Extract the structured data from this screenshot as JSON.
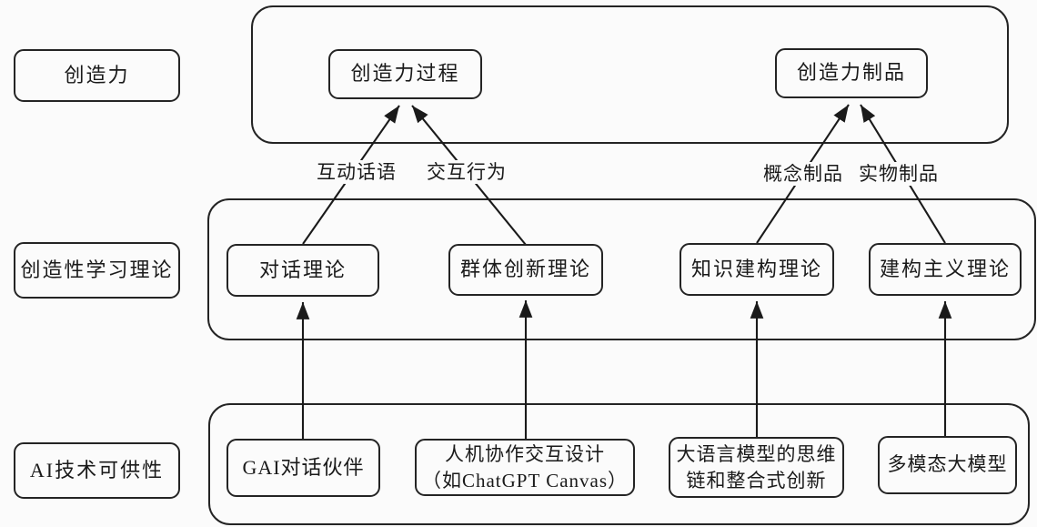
{
  "diagram": {
    "row_labels": {
      "creativity": "创造力",
      "creative_learning_theory": "创造性学习理论",
      "ai_affordance": "AI技术可供性"
    },
    "creativity_row": {
      "process": "创造力过程",
      "product": "创造力制品"
    },
    "edge_labels": {
      "interactive_discourse": "互动话语",
      "interactive_behavior": "交互行为",
      "conceptual_artifact": "概念制品",
      "physical_artifact": "实物制品"
    },
    "theory_row": {
      "dialogue_theory": "对话理论",
      "group_innovation_theory": "群体创新理论",
      "knowledge_building_theory": "知识建构理论",
      "constructivism_theory": "建构主义理论"
    },
    "affordance_row": {
      "gai_partner": "GAI对话伙伴",
      "hci_design": [
        "人机协作交互设计",
        "（如ChatGPT Canvas）"
      ],
      "llm_cot": [
        "大语言模型的思维",
        "链和整合式创新"
      ],
      "multimodal": "多模态大模型"
    },
    "colors": {
      "stroke": "#242424",
      "text": "#1a1a1a",
      "background": "#fbfbfb"
    }
  }
}
